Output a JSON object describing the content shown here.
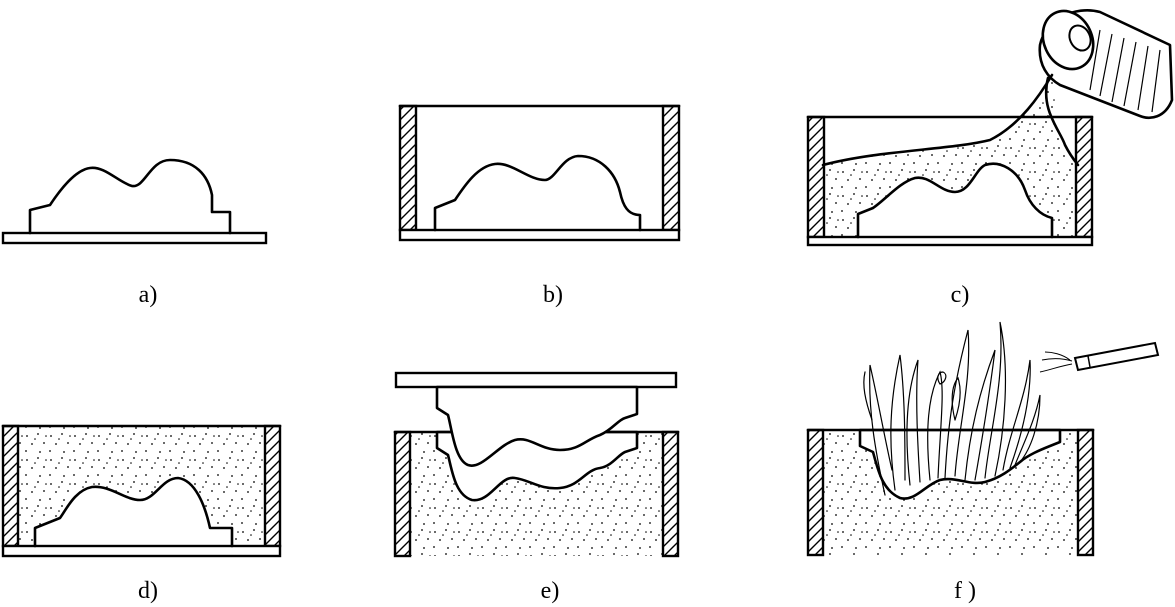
{
  "panels": [
    {
      "id": "a",
      "label": "a)"
    },
    {
      "id": "b",
      "label": "b)"
    },
    {
      "id": "c",
      "label": "c)"
    },
    {
      "id": "d",
      "label": "d)"
    },
    {
      "id": "e",
      "label": "e)"
    },
    {
      "id": "f",
      "label": "f )"
    }
  ],
  "colors": {
    "line": "#000000",
    "background": "#ffffff"
  }
}
